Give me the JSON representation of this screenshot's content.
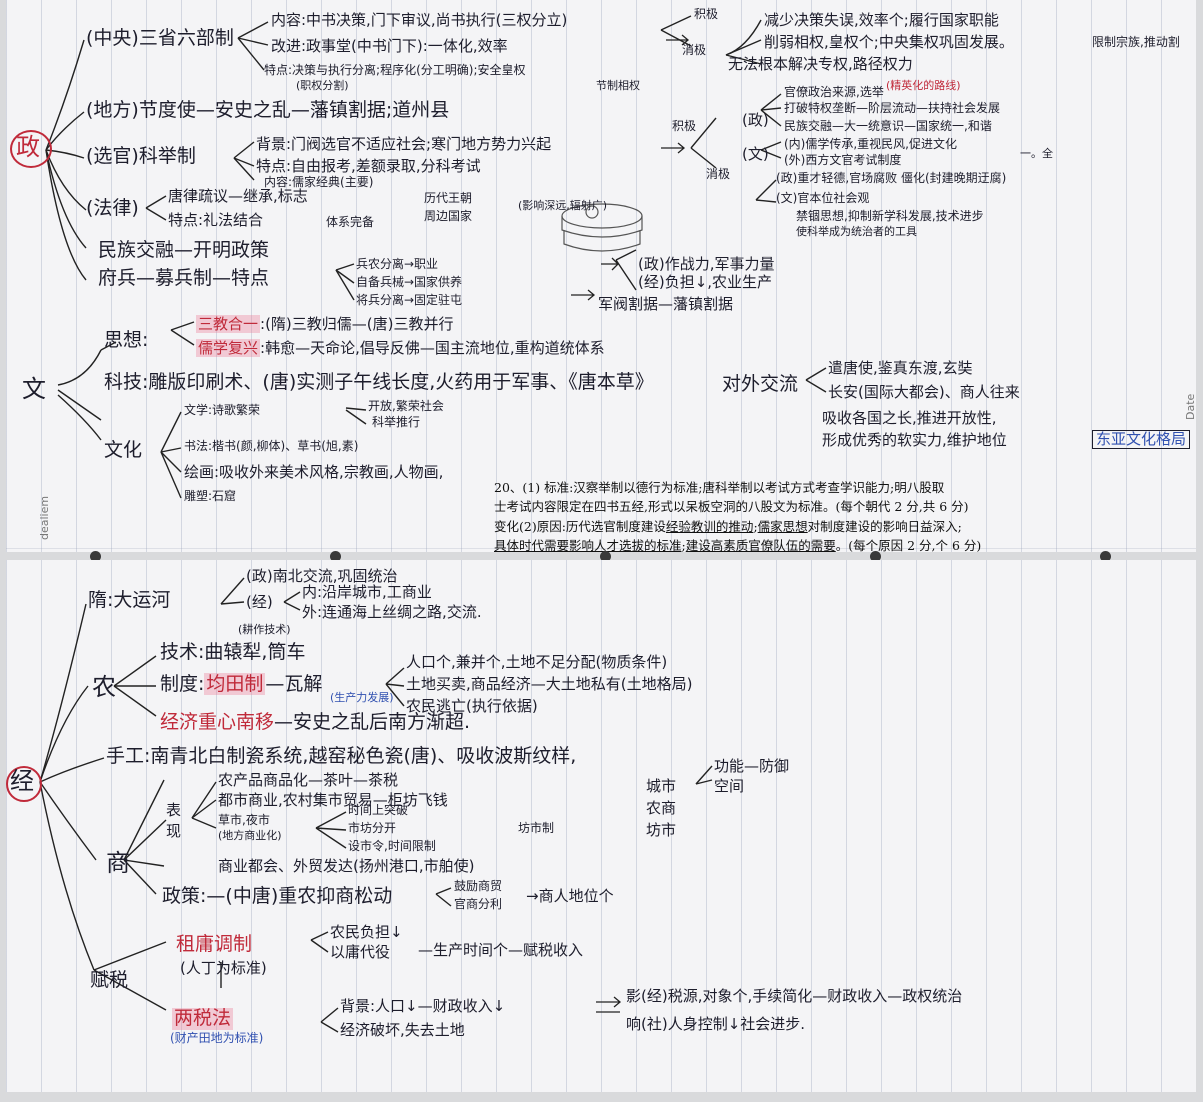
{
  "top": {
    "zheng": "政",
    "zhongyang": "(中央)三省六部制",
    "neirong": "内容:中书决策,门下审议,尚书执行(三权分立)",
    "gaijin": "改进:政事堂(中书门下):一体化,效率",
    "tedian": "特点:决策与执行分离;程序化(分工明确);安全皇权",
    "tedian2": "(职权分割)",
    "tedian3": "节制相权",
    "eff_a": "减少决策失误,效率个;履行国家职能",
    "eff_b": "削弱相权,皇权个;中央集权巩固发展。",
    "eff_b2": "限制宗族,推动割",
    "eff_c": "无法根本解决专权,路径权力",
    "jiji": "积极",
    "xiaoji": "消极",
    "difang": "(地方)节度使—安史之乱—藩镇割据;道州县",
    "xuanguan": "(选官)科举制",
    "beijing": "背景:门阀选官不适应社会;寒门地方势力兴起",
    "tedian_kj": "特点:自由报考,差额录取,分科考试",
    "neirong_kj": "内容:儒家经典(主要)",
    "jiji2": "积极",
    "kj_zheng": "(政)",
    "kj_wen": "(文)",
    "kj_1": "官僚政治来源,选举",
    "kj_1b": "(精英化的路线)",
    "kj_2": "打破特权垄断—阶层流动—扶持社会发展",
    "kj_3": "民族交融—大一统意识—国家统一,和谐",
    "kj_4": "(内)儒学传承,重视民风,促进文化",
    "kj_5": "(外)西方文官考试制度",
    "kj_5b": "一。全",
    "xiaoji2": "消极",
    "kj_6": "(政)重才轻德,官场腐败 僵化(封建晚期迂腐)",
    "kj_7": "(文)官本位社会观",
    "kj_8": "禁锢思想,抑制新学科发展,技术进步",
    "kj_9": "使科举成为统治者的工具",
    "falv": "(法律)",
    "falv_1": "唐律疏议—继承,标志",
    "falv_1b": "历代王朝",
    "falv_1c": "周边国家",
    "falv_1d": "(影响深远,辐射广)",
    "falv_2": "特点:礼法结合",
    "falv_2b": "体系完备",
    "minzu": "民族交融—开明政策",
    "fubing": "府兵—募兵制—特点",
    "fb_1": "兵农分离→职业",
    "fb_2": "自备兵械→国家供养",
    "fb_3": "将兵分离→固定驻屯",
    "fb_4": "(政)作战力,军事力量",
    "fb_5": "(经)负担↓,农业生产",
    "fb_6": "军阀割据—藩镇割据",
    "wen": "文",
    "sixiang": "思想:",
    "sanjiao": "三教合一",
    "sanjiao_t": ":(隋)三教归儒—(唐)三教并行",
    "ruxue": "儒学复兴",
    "ruxue_t": ":韩愈—天命论,倡导反佛—国主流地位,重构道统体系",
    "keji": "科技:雕版印刷术、(唐)实测子午线长度,火药用于军事、《唐本草》",
    "duiwai": "对外交流",
    "dw_1": "遣唐使,鉴真东渡,玄奘",
    "dw_2": "长安(国际大都会)、商人往来",
    "dw_3": "吸收各国之长,推进开放性,",
    "dw_4": "形成优秀的软实力,维护地位",
    "dw_5": "东亚文化格局",
    "wenhua": "文化",
    "wx": "文学:诗歌繁荣",
    "wx_1": "开放,繁荣社会",
    "wx_2": "科举推行",
    "sf": "书法:楷书(颜,柳体)、草书(旭,素)",
    "hh": "绘画:吸收外来美术风格,宗教画,人物画,",
    "ds": "雕塑:石窟",
    "printed_1": "20、(1) 标准:汉察举制以德行为标准;唐科举制以考试方式考查学识能力;明八股取",
    "printed_2": "士考试内容限定在四书五经,形式以呆板空洞的八股文为标准。(每个朝代 2 分,共 6 分)",
    "printed_3_a": "变化(2)原因:历代选官制度建设",
    "printed_3_b": "经验教训的推动",
    "printed_3_c": ";",
    "printed_3_d": "儒家思想",
    "printed_3_e": "对制度建设的影响日益深入;",
    "printed_4_a": "具体时代需要影响人才选拔的标准",
    "printed_4_b": ";",
    "printed_4_c": "建设高素质官僚队伍的需要",
    "printed_4_d": "。(每个原因 2 分,个 6 分)",
    "side_dalishi": "dealiem",
    "side_date": "Date"
  },
  "bottom": {
    "jing": "经",
    "sui": "隋:大运河",
    "sui_1": "(政)南北交流,巩固统治",
    "sui_2": "(经)",
    "sui_3": "内:沿岸城市,工商业",
    "sui_4": "外:连通海上丝绸之路,交流.",
    "nong": "农",
    "jishu_pre": "(耕作技术)",
    "jishu": "技术:曲辕犁,筒车",
    "zhidu": "制度:",
    "juntian": "均田制",
    "zhidu_2": "—瓦解",
    "zhidu_3": "(生产力发展)",
    "zd_1": "人口个,兼并个,土地不足分配(物质条件)",
    "zd_2": "土地买卖,商品经济—大土地私有(土地格局)",
    "zd_3": "农民逃亡(执行依据)",
    "jingji": "经济重心南移",
    "jingji_2": "—安史之乱后南方渐超.",
    "shougong": "手工:南青北白制瓷系统,越窑秘色瓷(唐)、吸收波斯纹样,",
    "shang": "商",
    "biaoxian": "表现",
    "bx_1": "农产品商品化—茶叶—茶税",
    "bx_2": "都市商业,农村集市贸易—柜坊飞钱",
    "bx_3": "草市,夜市",
    "bx_3b": "(地方商业化)",
    "bx_4": "时间上突破",
    "bx_5": "市坊分开",
    "bx_6": "设市令,时间限制",
    "bx_7": "坊市制",
    "bx_8": "商业都会、外贸发达(扬州港口,市舶使)",
    "cs_1": "城市",
    "cs_2": "功能—防御",
    "cs_3": "空间",
    "cs_4": "农商",
    "cs_5": "坊市",
    "zhengce": "政策:—(中唐)重农抑商松动",
    "zc_1": "鼓励商贸",
    "zc_2": "官商分利",
    "zc_3": "→商人地位个",
    "fushui": "赋税",
    "zuyong": "租庸调制",
    "zuyong_b": "(人丁为标准)",
    "zy_1": "农民负担↓",
    "zy_2": "以庸代役",
    "zy_3": "—生产时间个—赋税收入",
    "liangshui": "两税法",
    "liangshui_b": "(财产田地为标准)",
    "ls_1": "背景:人口↓—财政收入↓",
    "ls_2": "经济破坏,失去土地",
    "ls_3": "影(经)税源,对象个,手续简化—财政收入—政权统治",
    "ls_4": "响(社)人身控制↓社会进步."
  }
}
